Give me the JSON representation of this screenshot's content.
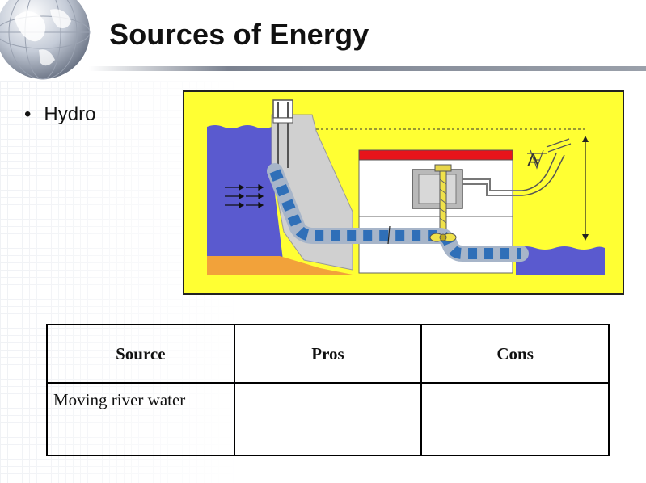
{
  "slide": {
    "title": "Sources of Energy",
    "bullet": "Hydro"
  },
  "diagram": {
    "label_a": "A"
  },
  "table": {
    "headers": [
      "Source",
      "Pros",
      "Cons"
    ],
    "rows": [
      [
        "Moving river water",
        "",
        ""
      ]
    ]
  },
  "colors": {
    "diagram_background": "#ffff33",
    "water": "#5a5acf",
    "sediment": "#f2a23a",
    "dam": "#d0d0d0",
    "roof": "#e8141b",
    "pipe_band": "#2f6fb8"
  }
}
